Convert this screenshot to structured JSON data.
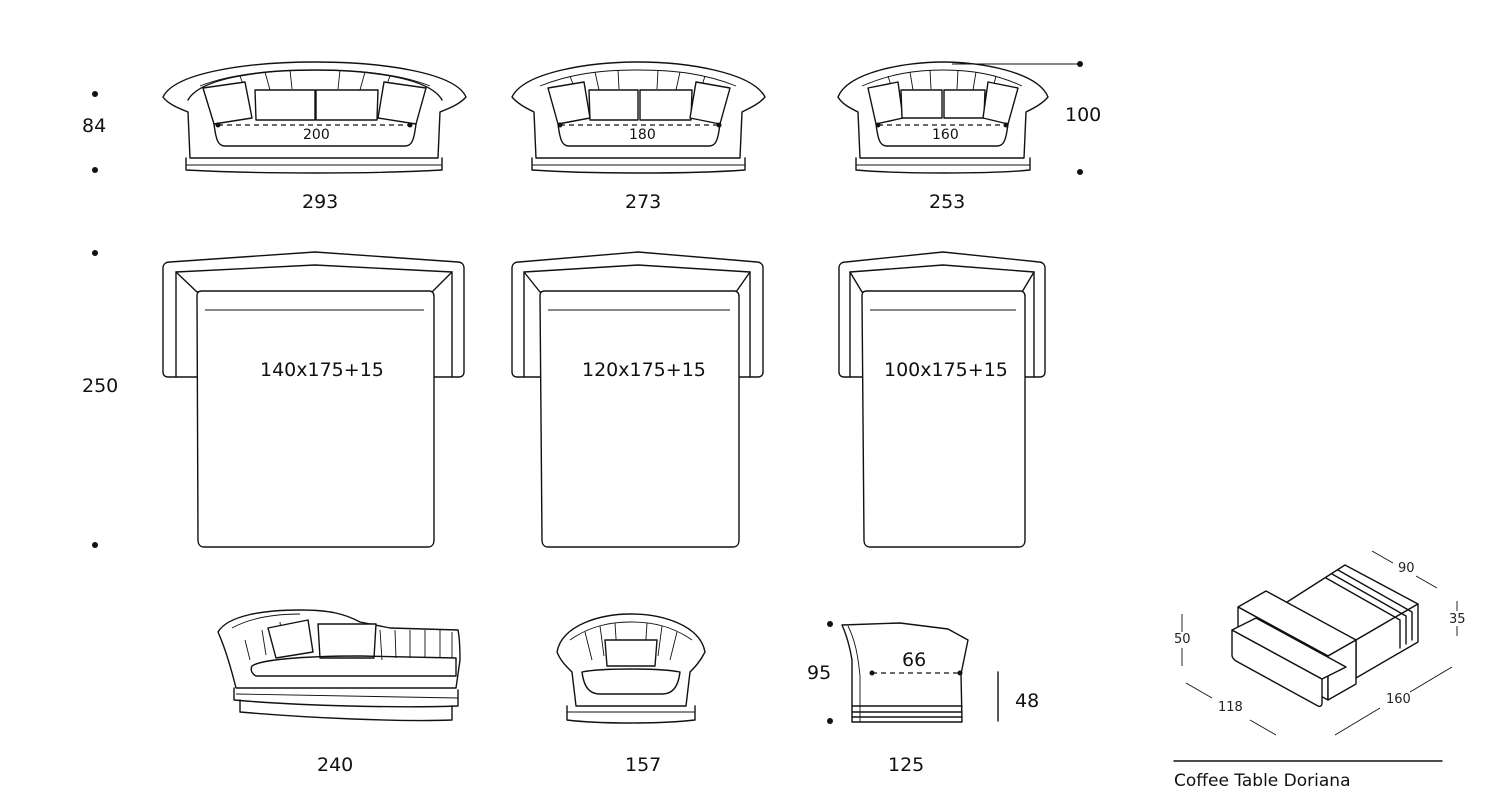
{
  "front_views": {
    "height_label": "84",
    "height_label_right": "100",
    "sofas": [
      {
        "seat_width": "200",
        "total_width": "293"
      },
      {
        "seat_width": "180",
        "total_width": "273"
      },
      {
        "seat_width": "160",
        "total_width": "253"
      }
    ]
  },
  "plan_views": {
    "depth_label": "250",
    "beds": [
      {
        "mattress": "140x175+15"
      },
      {
        "mattress": "120x175+15"
      },
      {
        "mattress": "100x175+15"
      }
    ]
  },
  "bottom_row": {
    "chaise_width": "240",
    "armchair_width": "157",
    "side_depth": "125",
    "side_height": "95",
    "side_seat_depth": "66",
    "side_seat_height": "48"
  },
  "coffee_table": {
    "caption": "Coffee Table Doriana",
    "height": "50",
    "width_top": "90",
    "top_height": "35",
    "depth": "118",
    "length": "160"
  }
}
